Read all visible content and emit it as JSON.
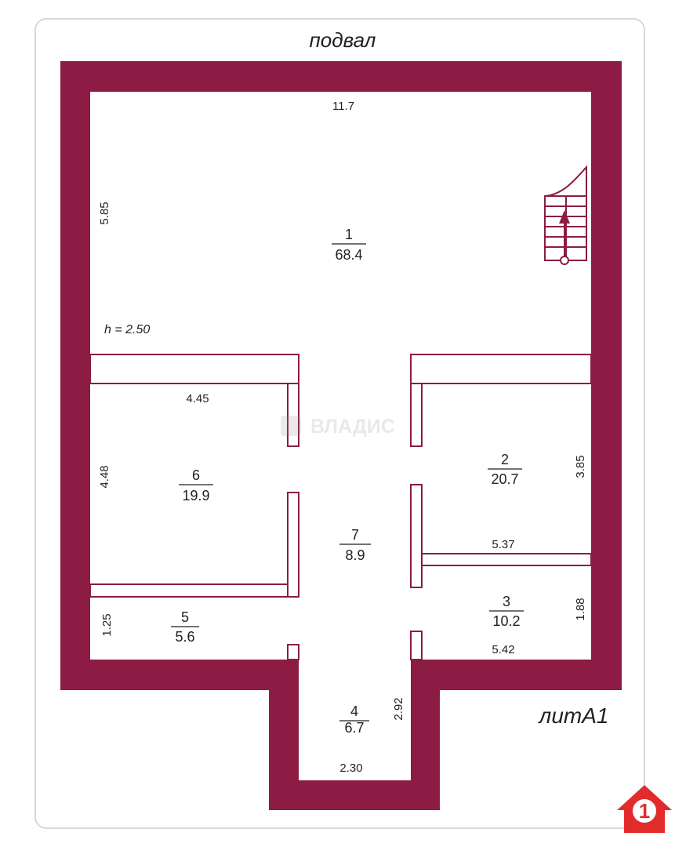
{
  "plan": {
    "floor_title": "подвал",
    "building_label": "литА1",
    "ceiling_height": "h = 2.50",
    "watermark": "ВЛАДИС",
    "colors": {
      "wall": "#8c1c44",
      "frame": "#cccccc",
      "logo": "#e22c2c"
    },
    "rooms": [
      {
        "number": "1",
        "area": "68.4"
      },
      {
        "number": "2",
        "area": "20.7"
      },
      {
        "number": "3",
        "area": "10.2"
      },
      {
        "number": "4",
        "area": "6.7"
      },
      {
        "number": "5",
        "area": "5.6"
      },
      {
        "number": "6",
        "area": "19.9"
      },
      {
        "number": "7",
        "area": "8.9"
      }
    ],
    "dimensions": [
      "11.7",
      "5.85",
      "4.45",
      "4.48",
      "3.85",
      "5.37",
      "1.88",
      "1.25",
      "5.42",
      "2.92",
      "2.30"
    ],
    "icons": {
      "stairs": "stairs-icon",
      "logo": "house-logo-icon"
    }
  }
}
